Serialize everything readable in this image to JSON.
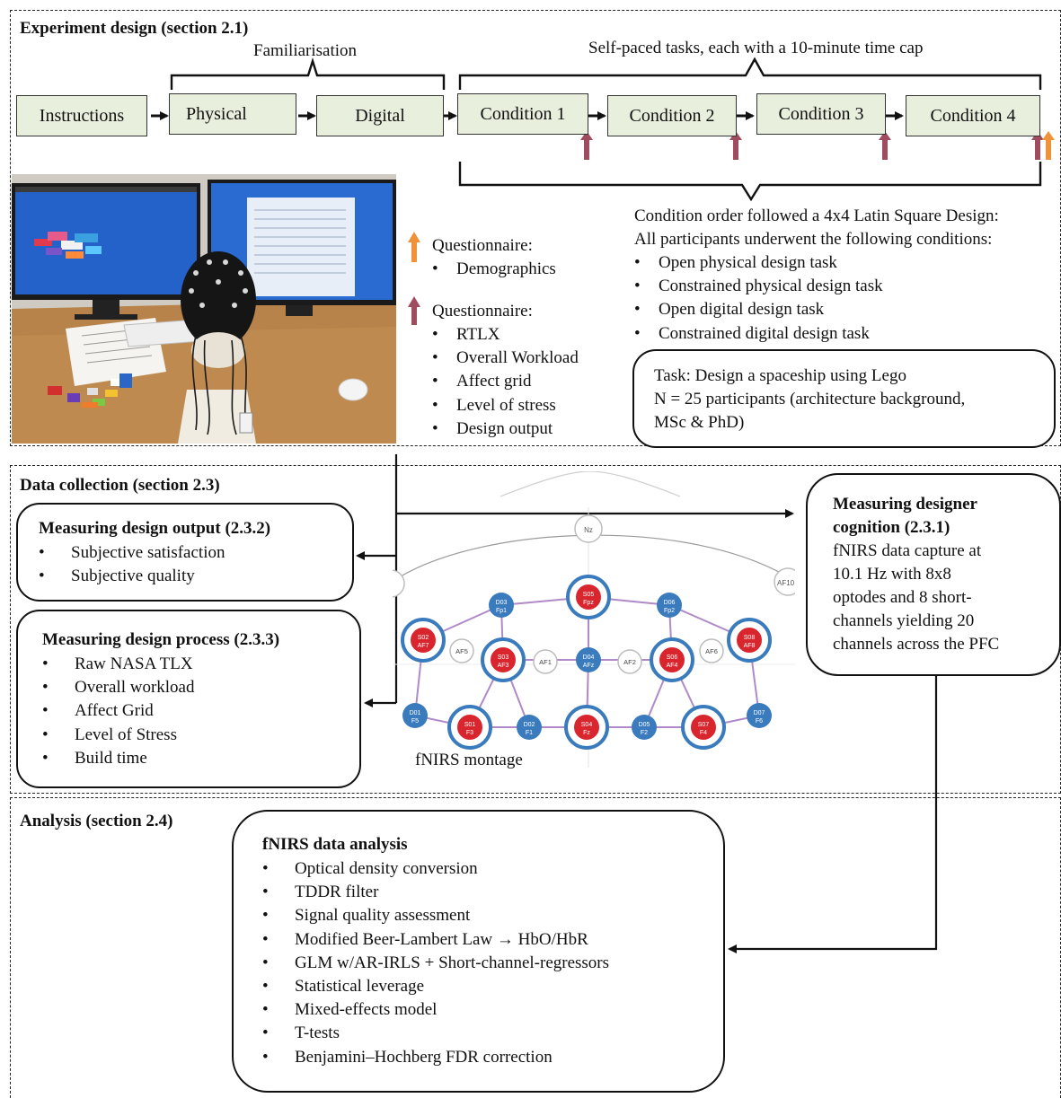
{
  "sections": {
    "experiment": {
      "title": "Experiment design (section 2.1)"
    },
    "collection": {
      "title": "Data collection (section 2.3)"
    },
    "analysis": {
      "title": "Analysis (section 2.4)"
    }
  },
  "familiarisation_label": "Familiarisation",
  "self_paced_label": "Self-paced tasks, each with a 10-minute time cap",
  "steps": [
    "Instructions",
    "Physical",
    "Digital",
    "Condition 1",
    "Condition 2",
    "Condition 3",
    "Condition 4"
  ],
  "condition_order": {
    "lines": [
      "Condition order followed a 4x4 Latin Square Design:",
      "All participants underwent the following conditions:"
    ],
    "bullets": [
      "Open physical design task",
      "Constrained physical design task",
      "Open digital design task",
      "Constrained digital design task"
    ]
  },
  "task_box": {
    "lines": [
      "Task: Design a spaceship using Lego",
      "N = 25 participants (architecture background,",
      "MSc & PhD)"
    ]
  },
  "questionnaire_demo": {
    "title": "Questionnaire:",
    "items": [
      "Demographics"
    ],
    "arrow_color": "#f0923a"
  },
  "questionnaire_cond": {
    "title": "Questionnaire:",
    "items": [
      "RTLX",
      "Overall Workload",
      "Affect grid",
      "Level of stress",
      "Design output"
    ],
    "arrow_color": "#a14b5e"
  },
  "measuring_output": {
    "title": "Measuring design output (2.3.2)",
    "items": [
      "Subjective satisfaction",
      "Subjective quality"
    ]
  },
  "measuring_process": {
    "title": "Measuring design process (2.3.3)",
    "items": [
      "Raw NASA TLX",
      "Overall workload",
      "Affect Grid",
      "Level of Stress",
      "Build time"
    ]
  },
  "measuring_cognition": {
    "title_lines": [
      "Measuring designer",
      "cognition (2.3.1)"
    ],
    "lines": [
      "fNIRS data capture at",
      "10.1 Hz with 8x8",
      "optodes and 8 short-",
      "channels yielding 20",
      "channels across the PFC"
    ]
  },
  "montage": {
    "caption": "fNIRS montage",
    "nz_label": "Nz",
    "edge_label": "AF10",
    "sources": [
      {
        "id": "S01",
        "pos": "F3"
      },
      {
        "id": "S02",
        "pos": "AF7"
      },
      {
        "id": "S03",
        "pos": "AF3"
      },
      {
        "id": "S04",
        "pos": "Fz"
      },
      {
        "id": "S05",
        "pos": "Fpz"
      },
      {
        "id": "S06",
        "pos": "AF4"
      },
      {
        "id": "S07",
        "pos": "F4"
      },
      {
        "id": "S08",
        "pos": "AF8"
      }
    ],
    "detectors": [
      {
        "id": "D01",
        "pos": "F5"
      },
      {
        "id": "D02",
        "pos": "F1"
      },
      {
        "id": "D03",
        "pos": "Fp1"
      },
      {
        "id": "D04",
        "pos": "AFz"
      },
      {
        "id": "D05",
        "pos": "F2"
      },
      {
        "id": "D06",
        "pos": "Fp2"
      },
      {
        "id": "D07",
        "pos": "F6"
      }
    ],
    "empty_labels": [
      "AF5",
      "AF1",
      "AF2",
      "AF6"
    ],
    "source_color": "#d9262e",
    "detector_color": "#3a7bbd",
    "link_color": "#b08ac8"
  },
  "analysis_box": {
    "title": "fNIRS data analysis",
    "items": [
      "Optical density conversion",
      "TDDR filter",
      "Signal quality assessment",
      "Modified Beer-Lambert Law → HbO/HbR",
      "GLM w/AR-IRLS + Short-channel-regressors",
      "Statistical leverage",
      "Mixed-effects model",
      "T-tests",
      "Benjamini–Hochberg FDR correction"
    ]
  },
  "bullet_char": "•",
  "colors": {
    "step_fill": "#e9efdd",
    "photo_wall": "#d8d6cf",
    "photo_desk": "#b7834a"
  }
}
